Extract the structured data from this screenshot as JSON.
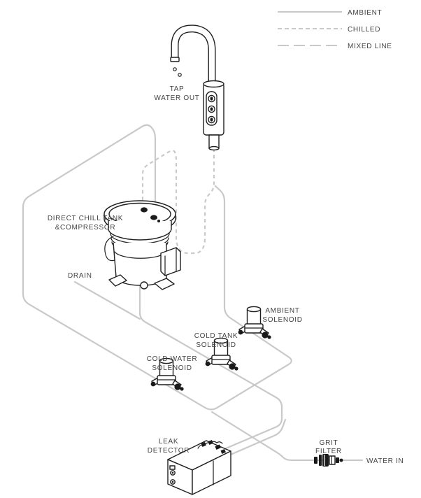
{
  "legend": {
    "items": [
      {
        "label": "AMBIENT",
        "style": "solid"
      },
      {
        "label": "CHILLED",
        "style": "dashed"
      },
      {
        "label": "MIXED LINE",
        "style": "mixed"
      }
    ]
  },
  "labels": {
    "tap_line1": "TAP",
    "tap_line2": "WATER OUT",
    "tank_line1": "DIRECT CHILL TANK",
    "tank_line2": "&COMPRESSOR",
    "drain": "DRAIN",
    "ambient_solenoid_line1": "AMBIENT",
    "ambient_solenoid_line2": "SOLENOID",
    "cold_tank_solenoid_line1": "COLD TANK",
    "cold_tank_solenoid_line2": "SOLENOID",
    "cold_water_solenoid_line1": "COLD WATER",
    "cold_water_solenoid_line2": "SOLENOID",
    "leak_detector_line1": "LEAK",
    "leak_detector_line2": "DETECTOR",
    "grit_filter_line1": "GRIT",
    "grit_filter_line2": "FILTER",
    "water_in": "WATER IN"
  },
  "colors": {
    "pipe": "#c9c9c9",
    "component": "#1f1f1f",
    "label_text": "#434343"
  }
}
